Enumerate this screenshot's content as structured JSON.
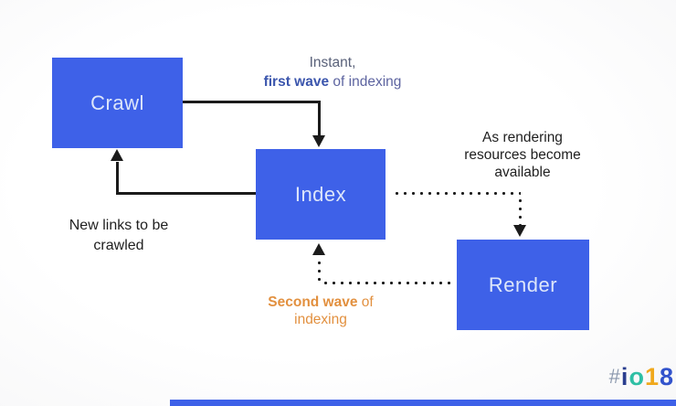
{
  "nodes": {
    "crawl": "Crawl",
    "index": "Index",
    "render": "Render"
  },
  "labels": {
    "instant_line1": "Instant,",
    "instant_bold": "first wave",
    "instant_rest": " of indexing",
    "rendering_line1": "As rendering",
    "rendering_line2": "resources become",
    "rendering_line3": "available",
    "new_links_line1": "New links to be",
    "new_links_line2": "crawled",
    "second_wave_bold": "Second wave",
    "second_wave_rest": " of",
    "second_wave_line2": "indexing"
  },
  "logo": {
    "hash": "#",
    "letter_i": "i",
    "letter_o": "o",
    "digit_1": "1",
    "digit_8": "8"
  },
  "colors": {
    "box_blue": "#3e61e8",
    "box_text": "#dde6fa",
    "arrow_black": "#1b1b1b",
    "instant_gray": "#596179",
    "first_wave_blue": "#3c56ad",
    "indexing_purple": "#5d64a0",
    "second_wave_orange": "#e2903f",
    "logo_hash": "#8a97ad",
    "logo_i": "#2a3e8f",
    "logo_o": "#2ebfa5",
    "logo_1": "#f0a81c",
    "logo_8": "#3253cc",
    "bottom_bar": "#3e61e8"
  }
}
